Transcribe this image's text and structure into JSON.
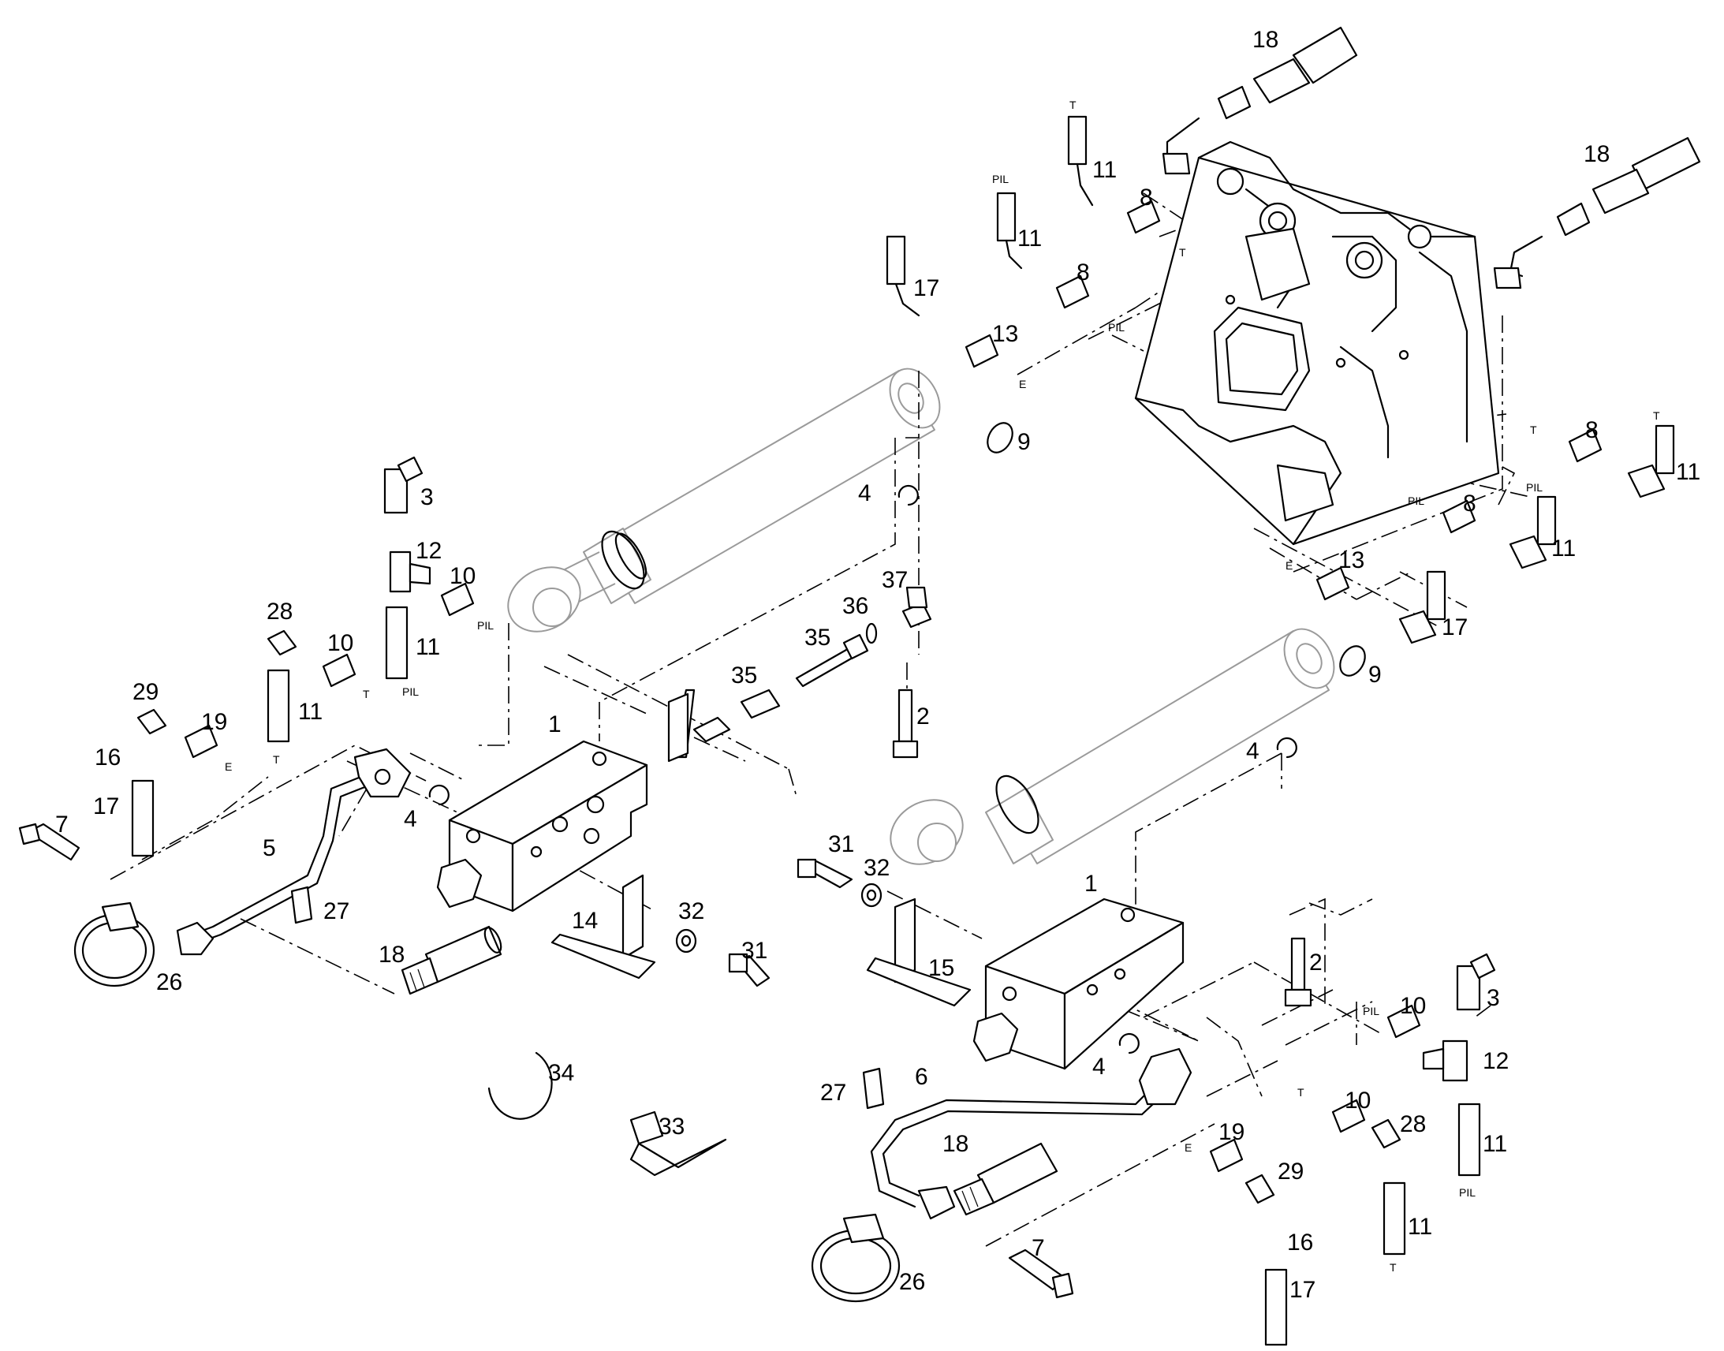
{
  "callouts": [
    "1",
    "2",
    "3",
    "4",
    "5",
    "6",
    "7",
    "8",
    "9",
    "10",
    "11",
    "12",
    "13",
    "14",
    "15",
    "16",
    "17",
    "18",
    "19",
    "26",
    "27",
    "28",
    "29",
    "31",
    "32",
    "33",
    "34",
    "35",
    "36",
    "37"
  ],
  "port_labels": [
    "T",
    "PIL",
    "E"
  ],
  "colors": {
    "line": "#000000",
    "ghost": "#9a9a9a",
    "background": "#ffffff"
  }
}
